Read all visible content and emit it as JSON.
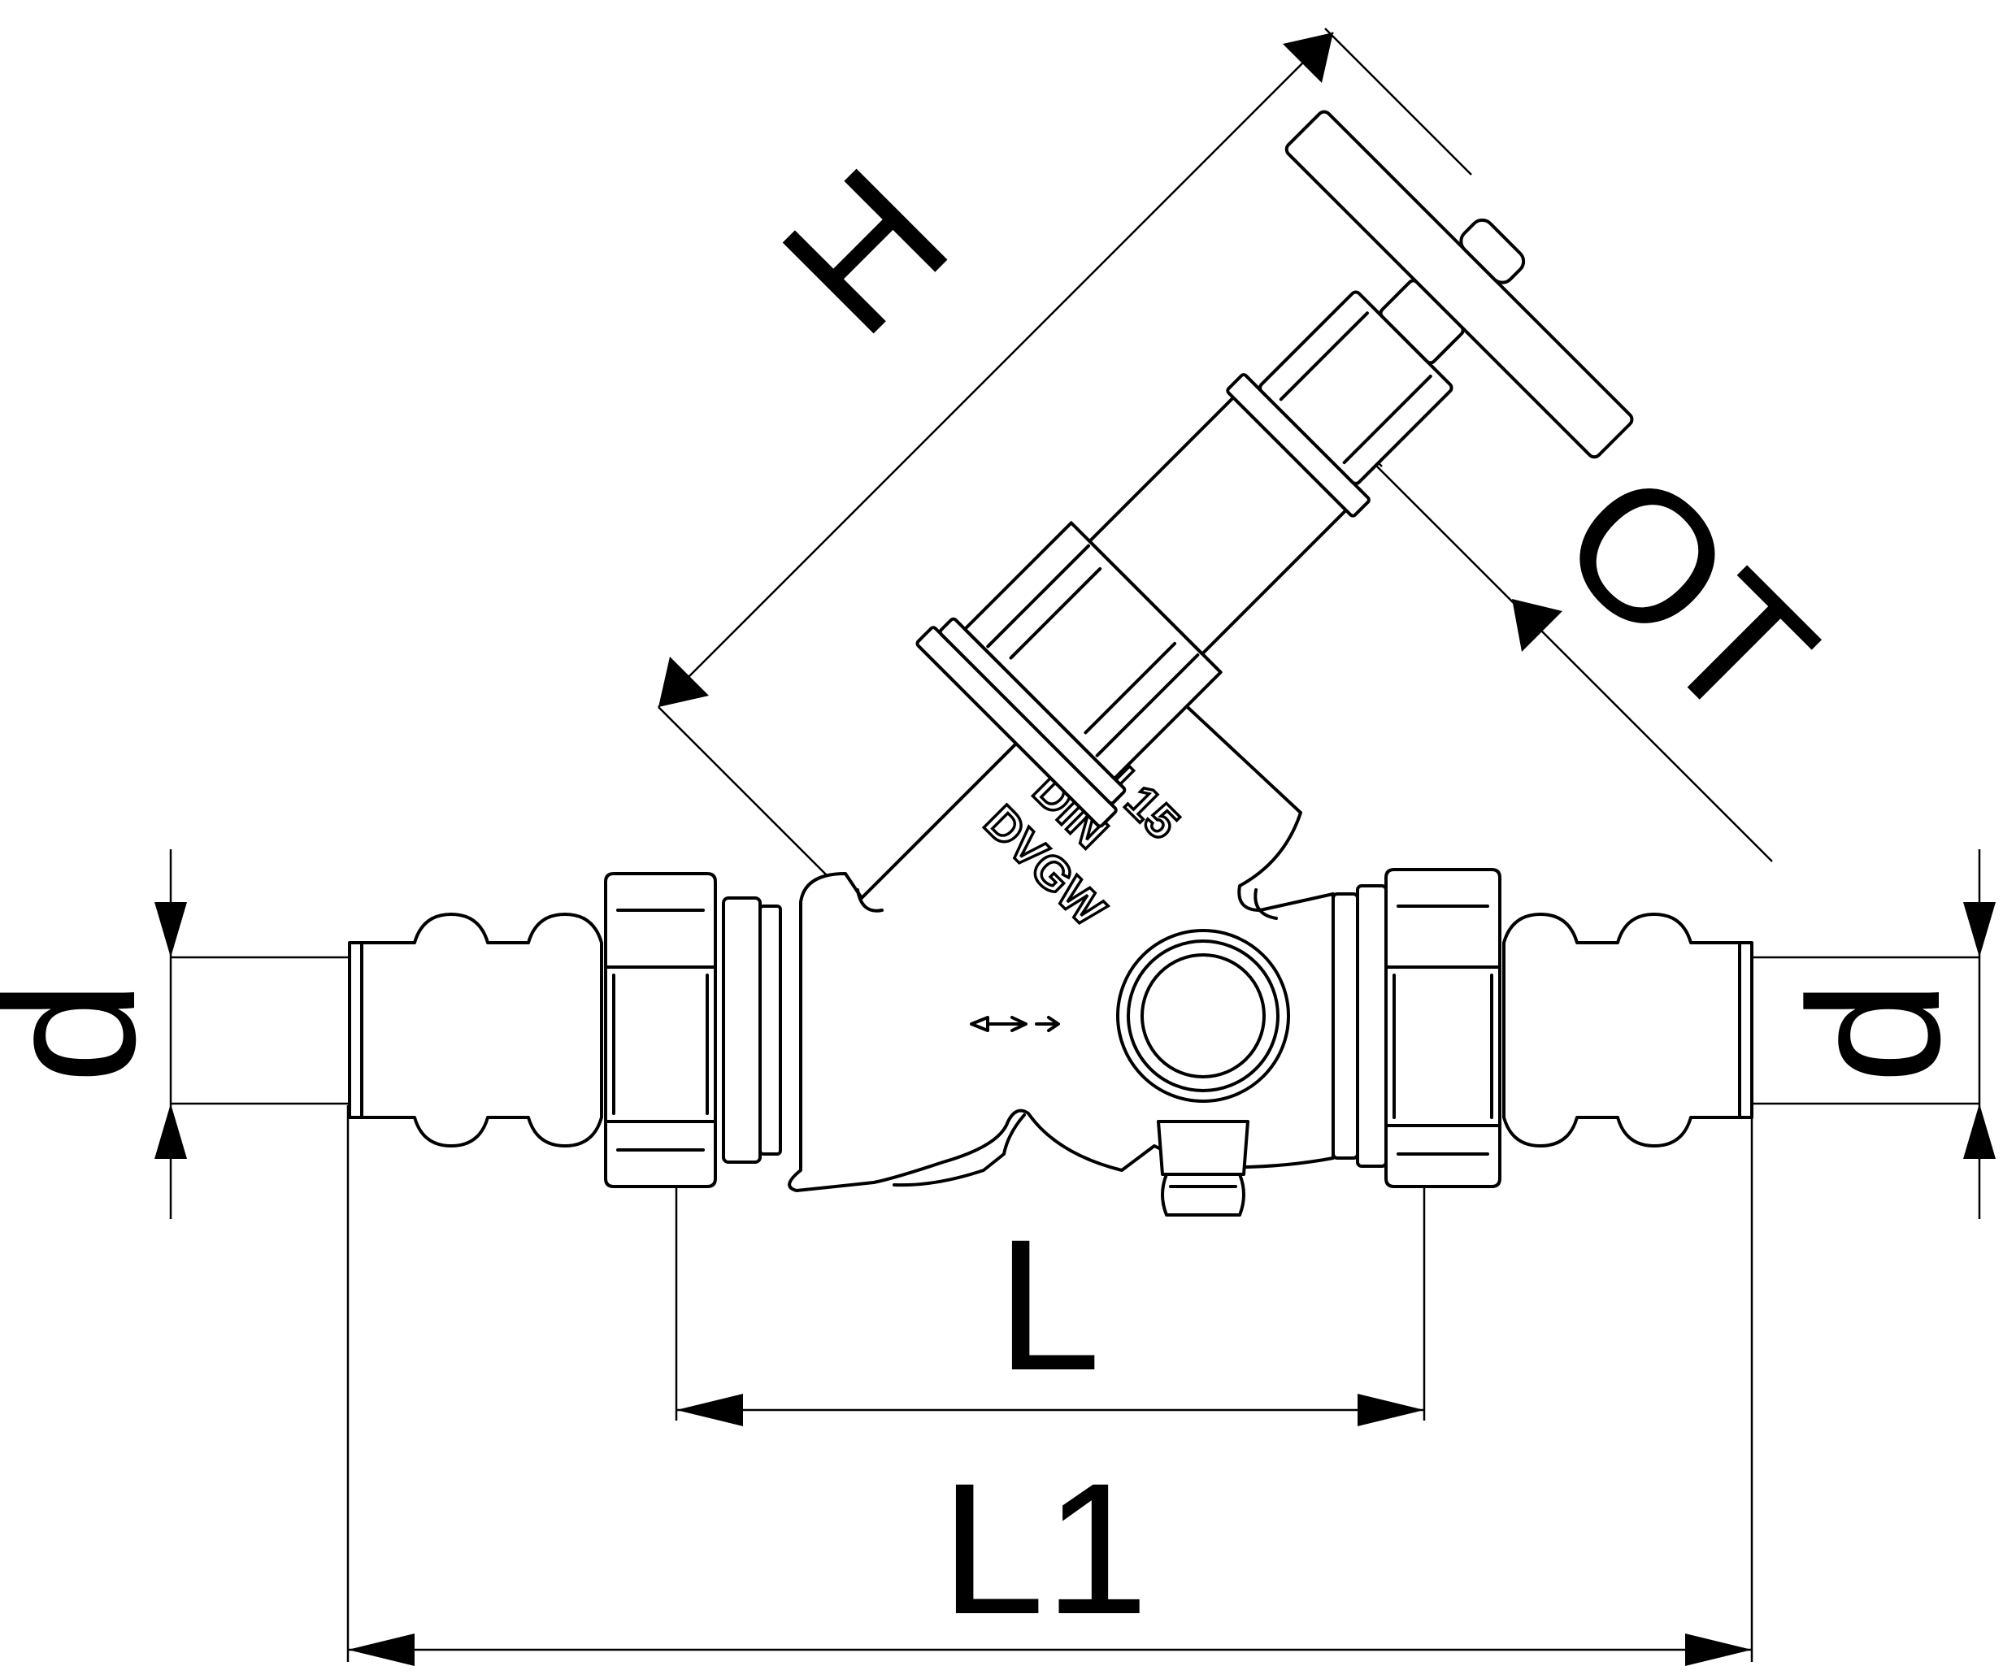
{
  "dimensions": {
    "height_label": "H",
    "outlet_label": "OT",
    "length_label": "L",
    "overall_length_label": "L1",
    "diameter_label_left": "d",
    "diameter_label_right": "d"
  },
  "body_marking": {
    "line1": "DN 15",
    "line2": "DIN",
    "line3": "DVGW"
  }
}
